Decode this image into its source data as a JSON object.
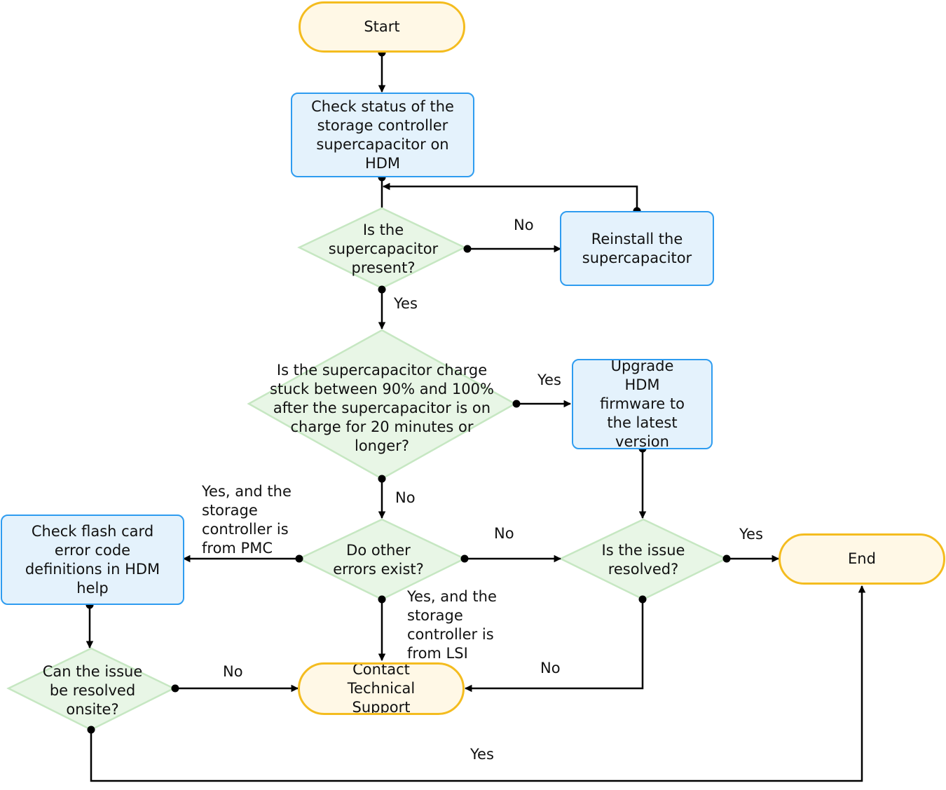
{
  "nodes": {
    "start": "Start",
    "check_status": "Check status of the storage controller supercapacitor on HDM",
    "is_present": "Is the supercapacitor present?",
    "reinstall": "Reinstall the supercapacitor",
    "charge_stuck": "Is the supercapacitor charge stuck between 90% and 100% after the supercapacitor is on charge for 20 minutes or longer?",
    "upgrade_hdm": "Upgrade HDM firmware to the latest version",
    "other_errors": "Do other errors exist?",
    "check_flash": "Check flash card error code definitions in HDM help",
    "issue_resolved": "Is the issue resolved?",
    "end": "End",
    "resolved_onsite": "Can the issue be resolved onsite?",
    "contact_support": "Contact Technical Support"
  },
  "edges": {
    "present_no": "No",
    "present_yes": "Yes",
    "stuck_yes": "Yes",
    "stuck_no": "No",
    "errors_pmc": "Yes, and the storage controller is from PMC",
    "errors_no": "No",
    "errors_lsi": "Yes, and the storage controller is from LSI",
    "resolved_yes": "Yes",
    "resolved_no": "No",
    "onsite_no": "No",
    "onsite_yes": "Yes"
  },
  "colors": {
    "terminal_fill": "#fff8e6",
    "terminal_border": "#f4bc1f",
    "process_fill": "#e4f2fc",
    "process_border": "#2e9cf0",
    "decision_fill": "#e8f6e6",
    "decision_border": "#c6e7c2",
    "connector": "#000000"
  }
}
